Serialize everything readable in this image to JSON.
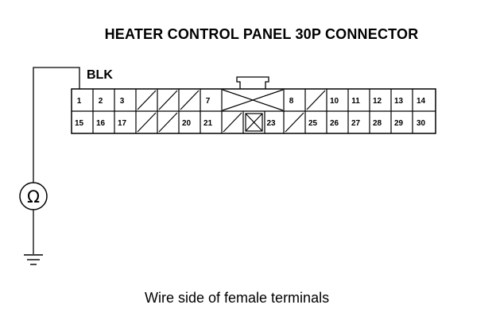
{
  "title": "HEATER CONTROL PANEL 30P CONNECTOR",
  "wire_color": "BLK",
  "caption": "Wire side of female terminals",
  "meter_symbol": "Ω",
  "ground_symbol": "ground-icon",
  "connector": {
    "top_row": [
      "1",
      "2",
      "3",
      "",
      "",
      "",
      "7",
      "",
      "",
      "8",
      "",
      "10",
      "11",
      "12",
      "13",
      "14"
    ],
    "bottom_row": [
      "15",
      "16",
      "17",
      "",
      "",
      "20",
      "21",
      "",
      "",
      "23",
      "",
      "25",
      "26",
      "27",
      "28",
      "29",
      "30"
    ]
  }
}
